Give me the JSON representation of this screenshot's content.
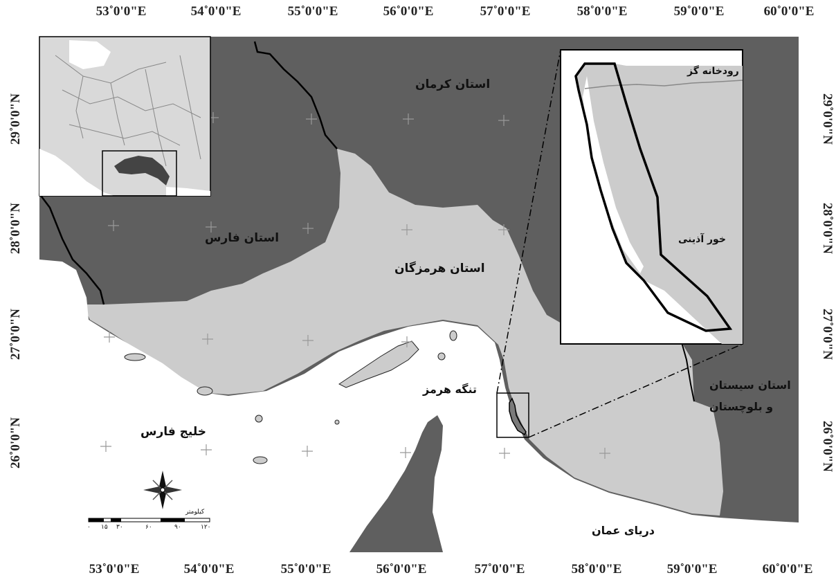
{
  "map": {
    "top_longitudes": [
      "53˚0'0\"E",
      "54˚0'0\"E",
      "55˚0'0\"E",
      "56˚0'0\"E",
      "57˚0'0\"E",
      "58˚0'0\"E",
      "59˚0'0\"E",
      "60˚0'0\"E"
    ],
    "bottom_longitudes": [
      "53˚0'0\"E",
      "54˚0'0\"E",
      "55˚0'0\"E",
      "56˚0'0\"E",
      "57˚0'0\"E",
      "58˚0'0\"E",
      "59˚0'0\"E",
      "60˚0'0\"E"
    ],
    "left_latitudes": [
      "29˚0'0\"N",
      "28˚0'0\"N",
      "27˚0'0\"N",
      "26˚0'0\"N"
    ],
    "right_latitudes": [
      "29˚0'0\"N",
      "28˚0'0\"N",
      "27˚0'0\"N",
      "26˚0'0\"N"
    ],
    "places": {
      "kerman": "استان کرمان",
      "fars": "استان فارس",
      "hormozgan": "استان هرمزگان",
      "sistan_line1": "استان سیستان",
      "sistan_line2": "و بلوچستان",
      "strait": "تنگه هرمز",
      "persian_gulf": "خلیج فارس",
      "oman_sea": "دریای عمان",
      "gaz_river": "رودخانه گز",
      "azini_creek": "خور آذینی"
    },
    "scale_bar": {
      "unit": "کیلومتر",
      "ticks": [
        "۰",
        "۱۵",
        "۳۰",
        "۶۰",
        "۹۰",
        "۱۲۰"
      ]
    },
    "colors": {
      "land_dark": "#5f5f5f",
      "land_light": "#cccccc",
      "sea": "#ffffff",
      "border": "#000000"
    }
  }
}
